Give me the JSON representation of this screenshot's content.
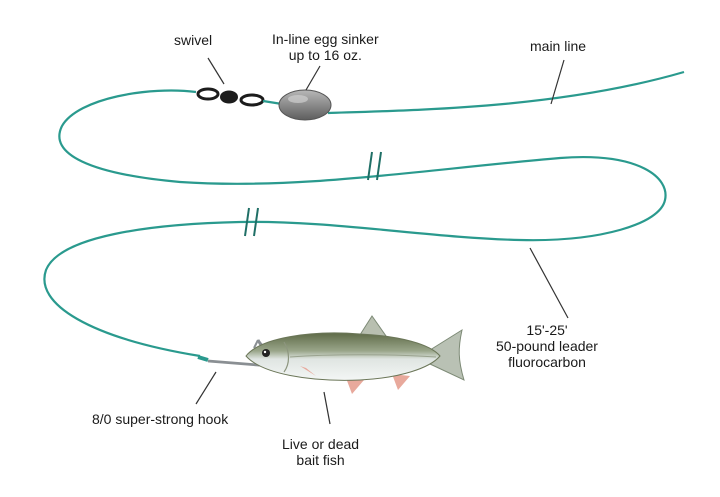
{
  "labels": {
    "swivel": "swivel",
    "sinker_line1": "In-line egg sinker",
    "sinker_line2": "up to 16 oz.",
    "main_line": "main line",
    "leader_line1": "15'-25'",
    "leader_line2": "50-pound leader",
    "leader_line3": "fluorocarbon",
    "hook": "8/0 super-strong hook",
    "bait_line1": "Live or dead",
    "bait_line2": "bait fish"
  },
  "icons": [
    "swivel-icon",
    "egg-sinker-icon",
    "hook-icon",
    "bait-fish-icon"
  ],
  "colors": {
    "line": "#2a9a8e",
    "pointer": "#333333",
    "sinker": "#7a7a7a",
    "swivel": "#1c1c1c",
    "fish_back": "#6d7a55",
    "fish_belly": "#e8ecea",
    "fins": "#e8a99c"
  }
}
